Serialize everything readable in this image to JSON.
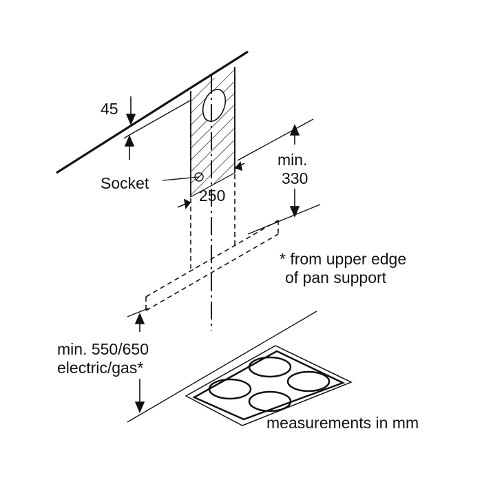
{
  "labels": {
    "dim_45": "45",
    "socket": "Socket",
    "dim_250": "250",
    "min_330_line1": "min.",
    "min_330_line2": "330",
    "note_line1": "* from upper edge",
    "note_line2": "of pan support",
    "min_550_line1": "min. 550/650",
    "min_550_line2": "electric/gas*",
    "units": "measurements in mm"
  },
  "colors": {
    "line": "#111111",
    "background": "#ffffff"
  }
}
